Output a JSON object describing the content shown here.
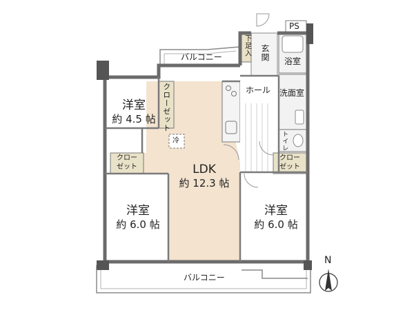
{
  "rooms": {
    "western_a": {
      "name": "洋室",
      "size": "約 4.5 帖"
    },
    "western_b": {
      "name": "洋室",
      "size": "約 6.0 帖"
    },
    "western_c": {
      "name": "洋室",
      "size": "約 6.0 帖"
    },
    "ldk": {
      "name": "LDK",
      "size": "約 12.3 帖"
    }
  },
  "labels": {
    "balcony_top": "バルコニー",
    "balcony_bottom": "バルコニー",
    "closet_vertical": "クローゼット",
    "closet_left_line1": "クロー",
    "closet_left_line2": "ゼット",
    "closet_right_line1": "クロー",
    "closet_right_line2": "ゼット",
    "refrigerator": "冷",
    "hall": "ホール",
    "entrance": "玄関",
    "shoe_box": "下足入",
    "bath": "浴室",
    "washroom": "洗面室",
    "toilet": "トイレ",
    "ps": "PS",
    "north": "N"
  },
  "colors": {
    "ldk_floor": "#f3e3cf",
    "room_floor": "#ffffff",
    "wall": "#6b6b6b",
    "wall_dark": "#555555",
    "closet": "#e9e2c8",
    "wet_area": "#f2f2f2"
  }
}
